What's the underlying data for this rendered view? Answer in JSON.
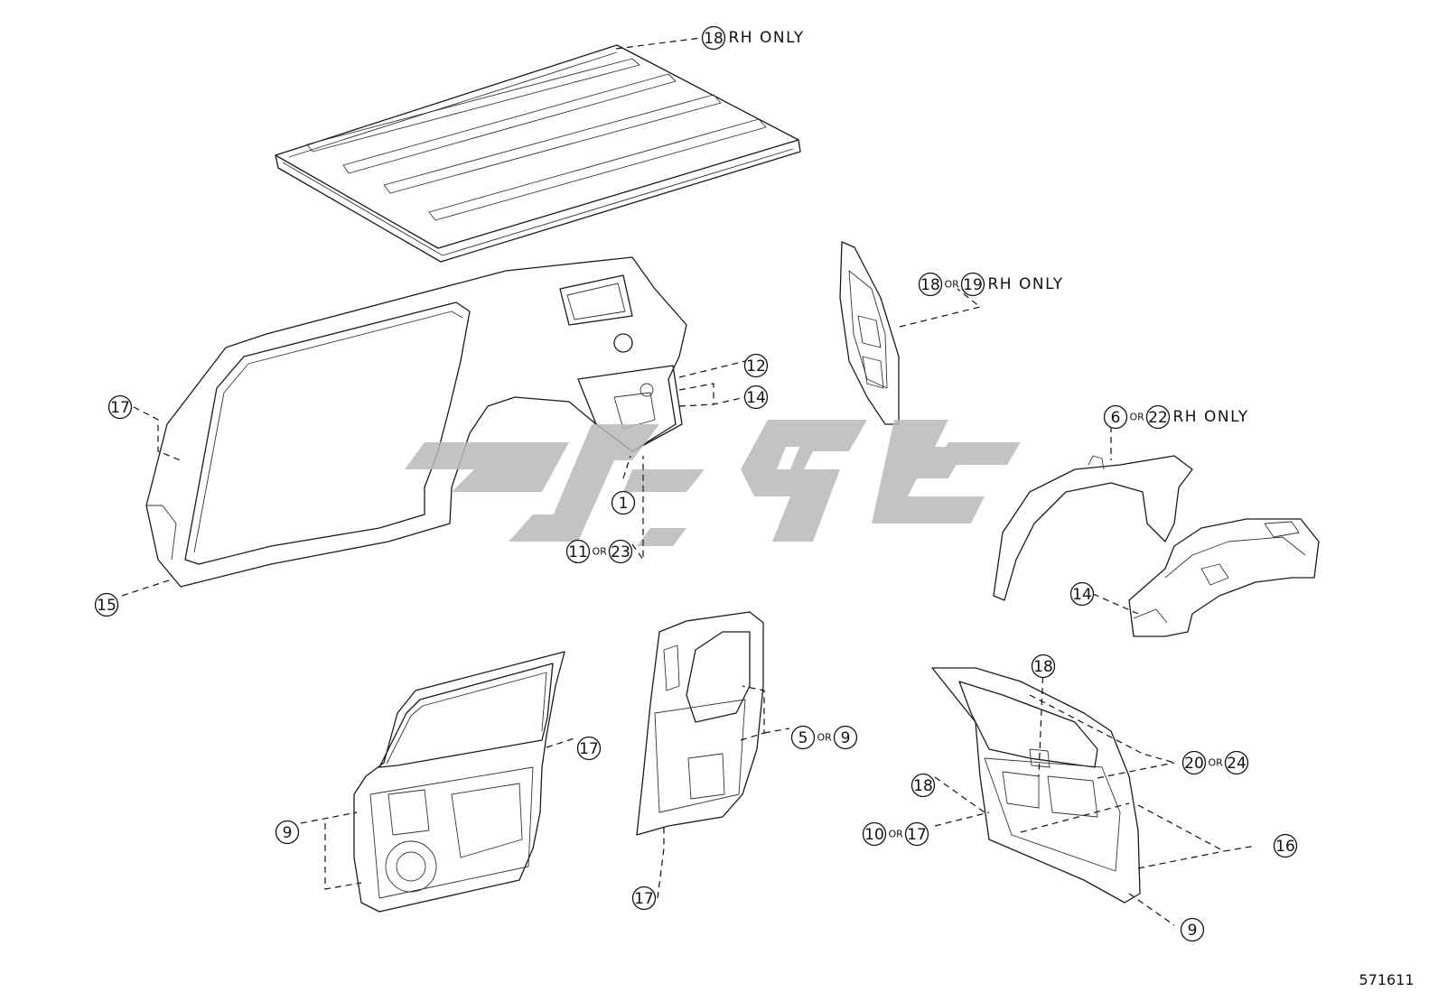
{
  "callouts": [
    {
      "id": "c-18-top",
      "nums": [
        "18"
      ],
      "note": "RH ONLY"
    },
    {
      "id": "c-18-19",
      "nums": [
        "18",
        "19"
      ],
      "or": "OR",
      "note": "RH ONLY"
    },
    {
      "id": "c-12",
      "nums": [
        "12"
      ]
    },
    {
      "id": "c-14-upper",
      "nums": [
        "14"
      ]
    },
    {
      "id": "c-17-left",
      "nums": [
        "17"
      ]
    },
    {
      "id": "c-1",
      "nums": [
        "1"
      ]
    },
    {
      "id": "c-11-23",
      "nums": [
        "11",
        "23"
      ],
      "or": "OR"
    },
    {
      "id": "c-15",
      "nums": [
        "15"
      ]
    },
    {
      "id": "c-6-22",
      "nums": [
        "6",
        "22"
      ],
      "or": "OR",
      "note": "RH ONLY"
    },
    {
      "id": "c-14-lower",
      "nums": [
        "14"
      ]
    },
    {
      "id": "c-17-door",
      "nums": [
        "17"
      ]
    },
    {
      "id": "c-5-9",
      "nums": [
        "5",
        "9"
      ],
      "or": "OR"
    },
    {
      "id": "c-9-left",
      "nums": [
        "9"
      ]
    },
    {
      "id": "c-17-bottom",
      "nums": [
        "17"
      ]
    },
    {
      "id": "c-18-right",
      "nums": [
        "18"
      ]
    },
    {
      "id": "c-20-24",
      "nums": [
        "20",
        "24"
      ],
      "or": "OR"
    },
    {
      "id": "c-18-small",
      "nums": [
        "18"
      ]
    },
    {
      "id": "c-10-17",
      "nums": [
        "10",
        "17"
      ],
      "or": "OR"
    },
    {
      "id": "c-16",
      "nums": [
        "16"
      ]
    },
    {
      "id": "c-9-right",
      "nums": [
        "9"
      ]
    }
  ],
  "doc_id": "571611",
  "colors": {
    "line": "#1a1a1a",
    "watermark": "#b9b9b9",
    "background": "#ffffff"
  }
}
